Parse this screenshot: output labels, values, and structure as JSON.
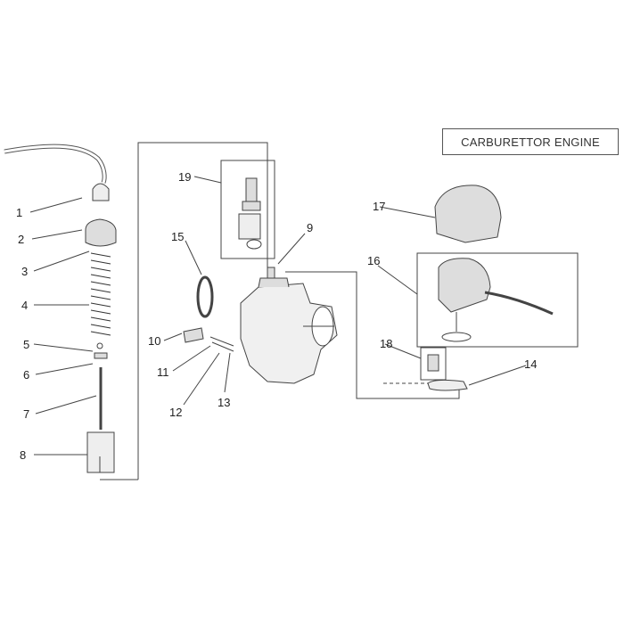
{
  "title": "CARBURETTOR ENGINE",
  "callouts": [
    "1",
    "2",
    "3",
    "4",
    "5",
    "6",
    "7",
    "8",
    "9",
    "10",
    "11",
    "12",
    "13",
    "14",
    "15",
    "16",
    "17",
    "18",
    "19"
  ],
  "colors": {
    "line": "#444444",
    "part_fill": "#f2f2f2",
    "shade": "#9a9a9a"
  }
}
